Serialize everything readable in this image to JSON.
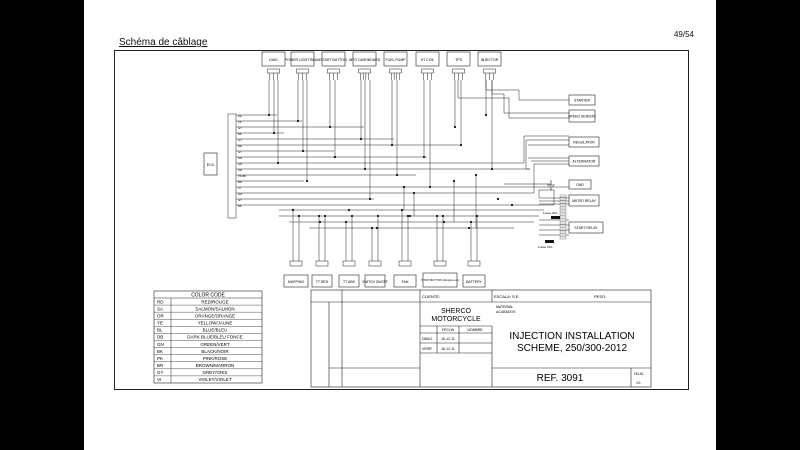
{
  "page_number": "49/54",
  "heading": "Schéma de câblage",
  "top_components": [
    "DIAG",
    "POWER LIGHT BEAM",
    "START BUTTON",
    "INFO DASHBOARD",
    "FUEL PUMP",
    "HT COIL",
    "TPS",
    "INJECTOR"
  ],
  "ecu_label": "ECU",
  "ecu_pins": [
    "RE",
    "PK",
    "GY",
    "BK",
    "GY",
    "RE",
    "GY",
    "OR",
    "GN",
    "OR",
    "PK-BK",
    "BR",
    "VI",
    "GN",
    "GY",
    "BK"
  ],
  "right_components": [
    "STARTER",
    "SPEED SENSOR",
    "REGULATOR",
    "ALTERNATOR",
    "GND",
    "MICRO RELAY",
    "START RELAY"
  ],
  "fuses": [
    "Fusse 20A",
    "Fusse 15A"
  ],
  "bottom_components": [
    "MAPPING",
    "TT RED",
    "TT ABS",
    "SWITCH ON/OFF",
    "FAN",
    "STOP BUTTON (Engine on)",
    "BATTERY"
  ],
  "color_code": {
    "title": "COLOR CODE",
    "rows": [
      [
        "RD",
        "RED/ROUGE"
      ],
      [
        "SA",
        "SALMON/SALMON"
      ],
      [
        "OR",
        "ORANGE/ORANGE"
      ],
      [
        "YE",
        "YELLOW/JAUNE"
      ],
      [
        "BL",
        "BLUE/BLEU"
      ],
      [
        "DB",
        "DARK BLUE/BLEU FONCE"
      ],
      [
        "GN",
        "GREEN/VERT"
      ],
      [
        "BK",
        "BLACK/NOIR"
      ],
      [
        "PK",
        "PINK/ROSE"
      ],
      [
        "BR",
        "BROWN/MARRON"
      ],
      [
        "GY",
        "GREY/GRIS"
      ],
      [
        "VI",
        "VIOLET/VIOLET"
      ]
    ]
  },
  "title_block": {
    "cliente_label": "CLIENTE:",
    "escala_label": "ESCALA: S.E.",
    "peso_label": "PESO:",
    "client_name_1": "SHERCO",
    "client_name_2": "MOTORCYCLE",
    "material_label": "MATERIAL",
    "acabados_label": "ACABADOS",
    "fecha_label": "FECHA",
    "nombre_label": "NOMBRE",
    "dibuj_label": "DIBUJ.",
    "dibuj_date": "15-12-11",
    "verif_label": "VERIF.",
    "verif_date": "16-12-11",
    "title_line_1": "INJECTION INSTALLATION",
    "title_line_2": "SCHEME, 250/300-2012",
    "ref": "REF. 3091",
    "hoja_label": "HOJA",
    "hoja_value": "1/1"
  }
}
